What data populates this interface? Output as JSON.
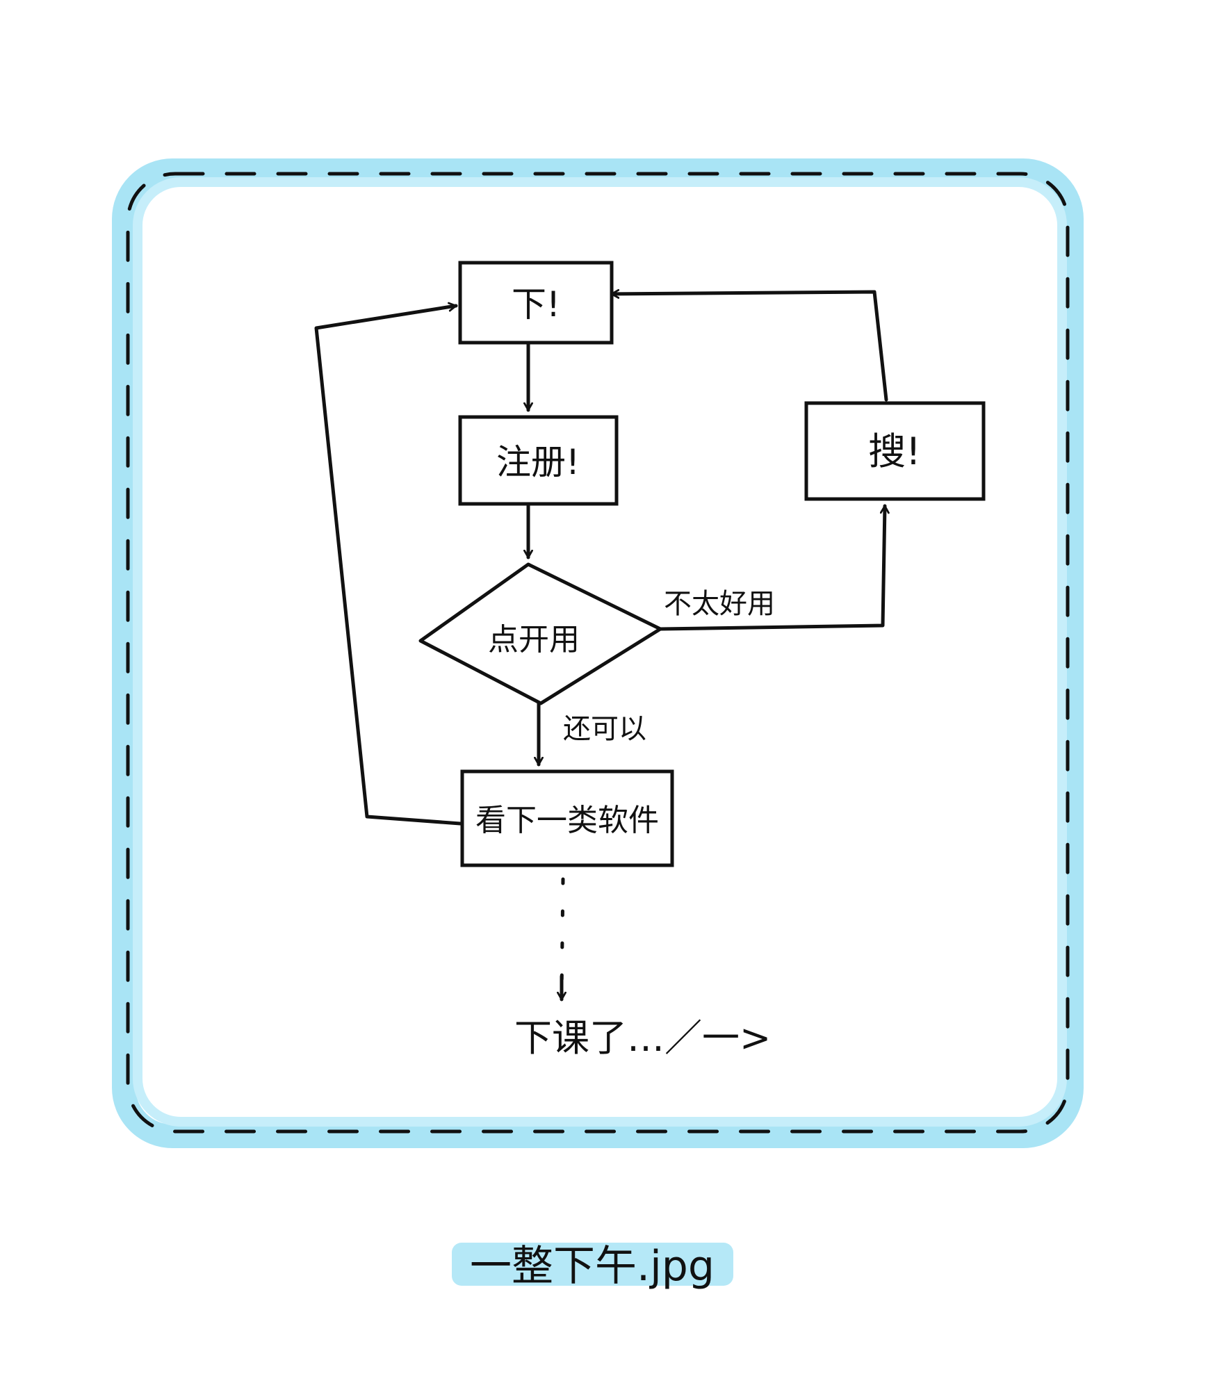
{
  "diagram": {
    "nodes": {
      "download": {
        "label": "下!"
      },
      "register": {
        "label": "注册!"
      },
      "try_it": {
        "label": "点开用"
      },
      "search": {
        "label": "搜!"
      },
      "next_software": {
        "label": "看下一类软件"
      }
    },
    "edges": {
      "not_good": {
        "label": "不太好用"
      },
      "okay": {
        "label": "还可以"
      }
    },
    "ending": {
      "label": "下课了…／一>"
    }
  },
  "caption": {
    "label": "一整下午.jpg"
  },
  "colors": {
    "frame_blue": "#a9e4f5",
    "ink": "#111111",
    "caption_highlight": "#b5e8f7"
  }
}
